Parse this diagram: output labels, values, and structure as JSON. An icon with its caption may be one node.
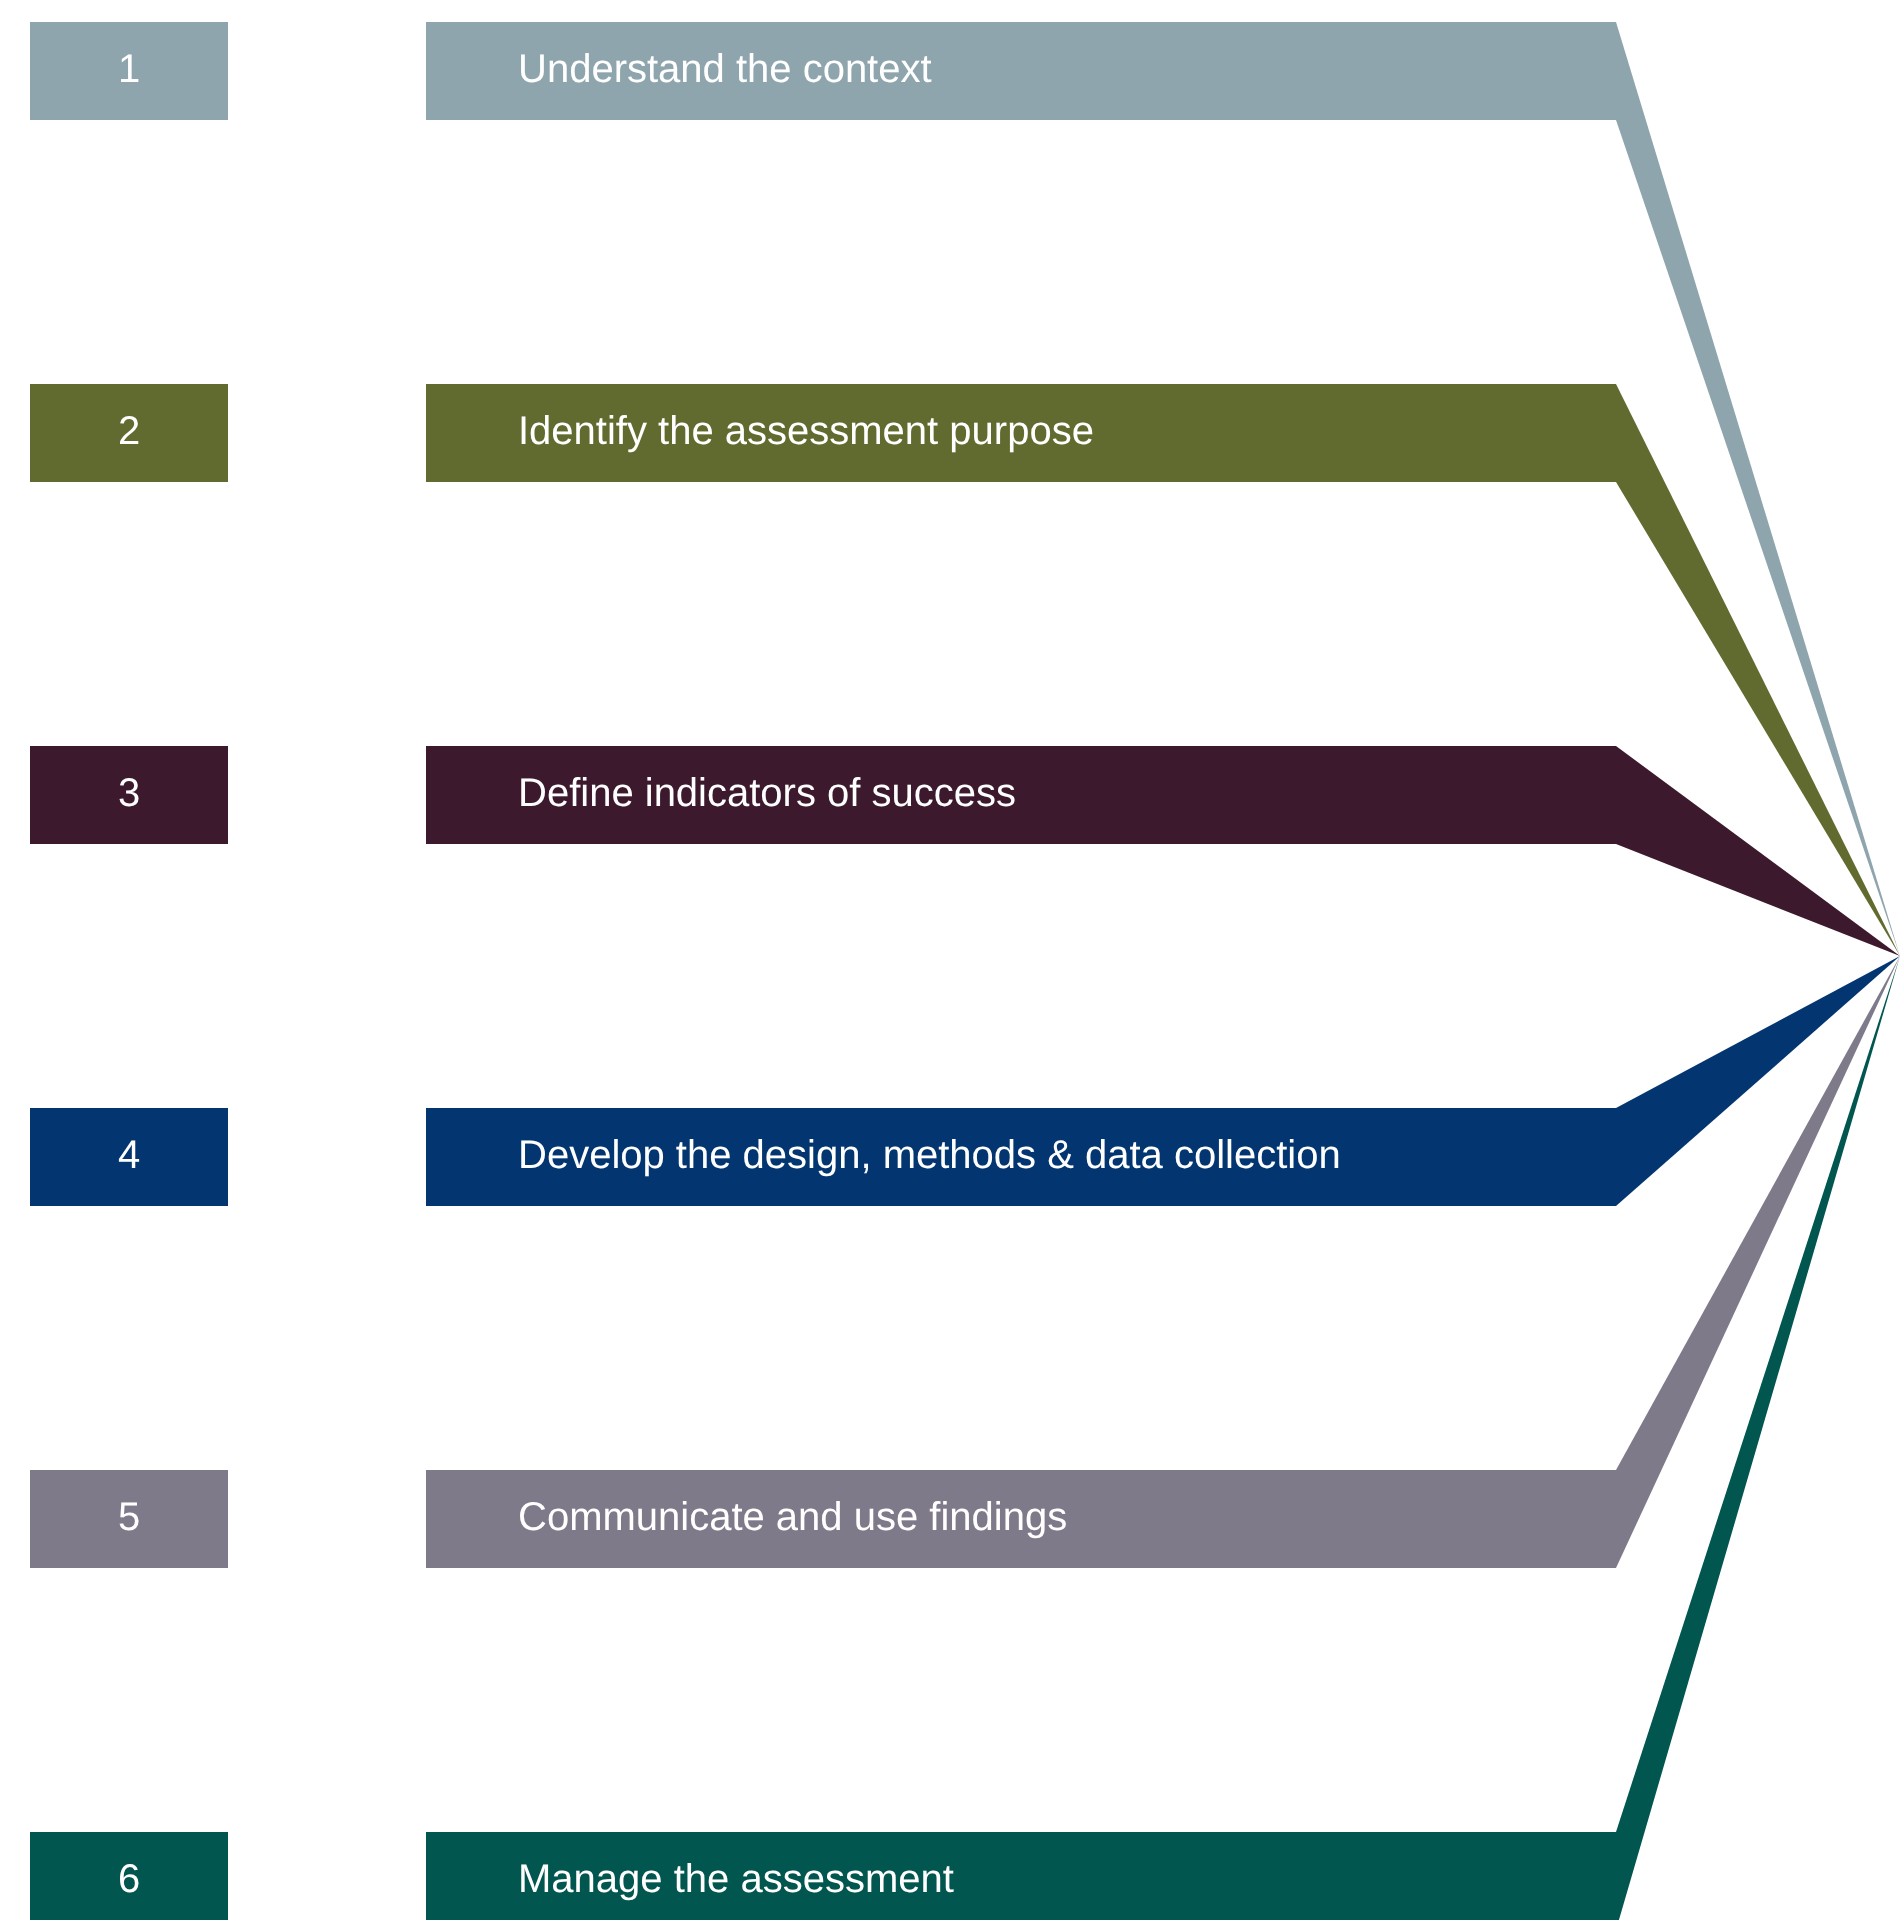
{
  "diagram": {
    "nodes": [
      {
        "text": [
          "1"
        ]
      },
      {
        "text": [
          "Understand the context"
        ]
      },
      {
        "text": [
          "2"
        ]
      },
      {
        "text": [
          "Identify the assessment purpose"
        ]
      },
      {
        "text": [
          "3"
        ]
      },
      {
        "text": [
          "Define indicators of success"
        ]
      },
      {
        "text": [
          "4"
        ]
      },
      {
        "text": [
          "Develop the design, methods & data collection"
        ]
      },
      {
        "text": [
          "5"
        ]
      },
      {
        "text": [
          "Communicate and use findings"
        ]
      },
      {
        "text": [
          "6"
        ]
      },
      {
        "text": [
          "Manage the assessment"
        ]
      }
    ]
  }
}
